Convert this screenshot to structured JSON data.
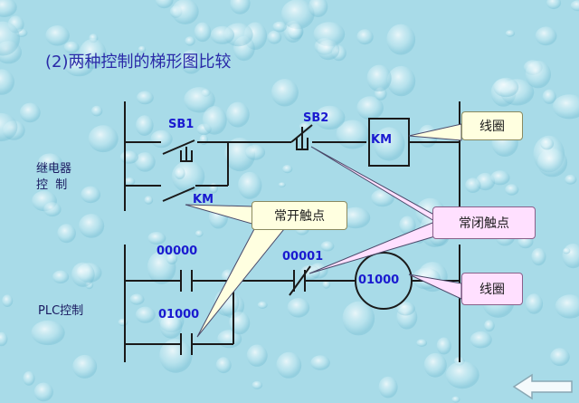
{
  "title": "(2)两种控制的梯形图比较",
  "section_relay": "继电器\n控  制",
  "section_plc": "PLC控制",
  "labels": {
    "sb1": "SB1",
    "sb2": "SB2",
    "km_coil": "KM",
    "km_contact": "KM",
    "c00000": "00000",
    "c00001": "00001",
    "c01000_contact": "01000",
    "c01000_coil": "01000"
  },
  "callouts": {
    "coil_top": "线圈",
    "no_contact": "常开触点",
    "nc_contact": "常闭触点",
    "coil_bottom": "线圈"
  },
  "colors": {
    "background": "#a8dbe8",
    "text_blue": "#1a1ad0",
    "callout_yellow": "#ffffe0",
    "callout_pink": "#ffe0ff"
  }
}
